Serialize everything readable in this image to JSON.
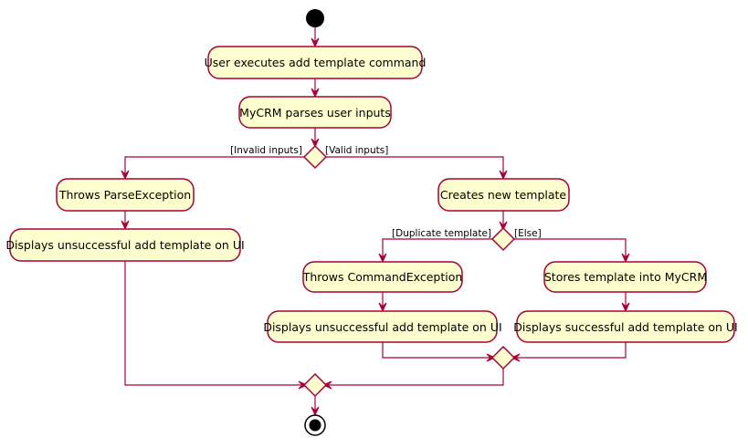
{
  "diagram": {
    "colors": {
      "node_fill": "#FEFECE",
      "border": "#A80036",
      "start_fill": "#000000",
      "text": "#000000"
    },
    "actions": {
      "execute": "User executes add template command",
      "parse": "MyCRM parses user inputs",
      "throw_parse": "Throws ParseException",
      "display_fail_left": "Displays unsuccessful add template on UI",
      "create": "Creates new template",
      "throw_command": "Throws CommandException",
      "display_fail_mid": "Displays unsuccessful add template on UI",
      "store": "Stores template into MyCRM",
      "display_success": "Displays successful add template on UI"
    },
    "guards": {
      "invalid": "[Invalid inputs]",
      "valid": "[Valid inputs]",
      "duplicate": "[Duplicate template]",
      "else": "[Else]"
    }
  }
}
